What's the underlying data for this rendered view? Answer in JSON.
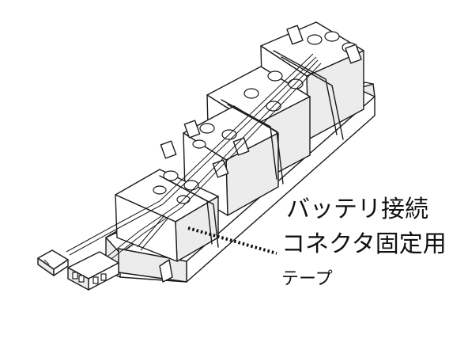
{
  "callout": {
    "line1": "バッテリ接続",
    "line2": "コネクタ固定用",
    "line3": "テープ"
  },
  "colors": {
    "stroke": "#1a1a1a",
    "fill": "#ffffff",
    "shade": "#e9e9e9",
    "leader": "#111111"
  }
}
